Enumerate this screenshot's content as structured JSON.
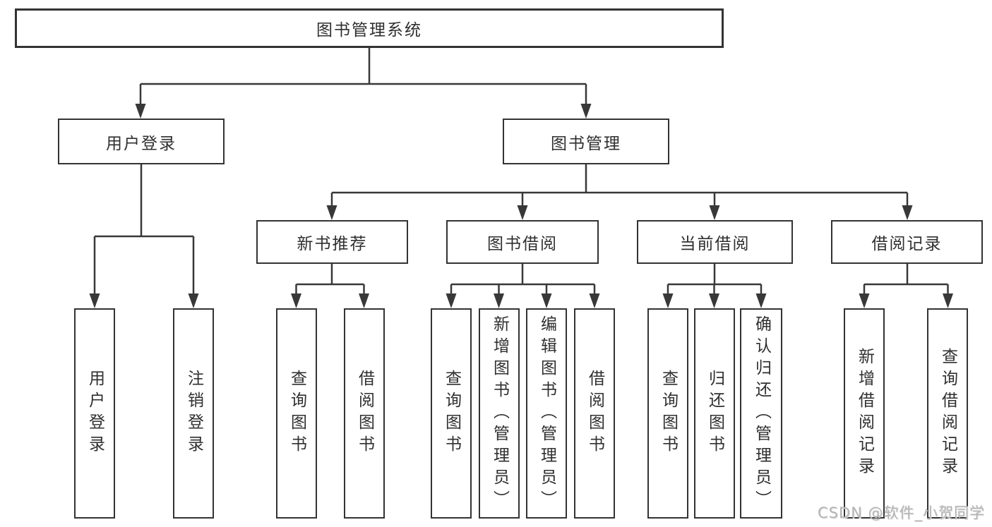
{
  "diagram": {
    "root": {
      "label": "图书管理系统"
    },
    "level2": [
      {
        "label": "用户登录"
      },
      {
        "label": "图书管理"
      }
    ],
    "level3": [
      {
        "label": "新书推荐"
      },
      {
        "label": "图书借阅"
      },
      {
        "label": "当前借阅"
      },
      {
        "label": "借阅记录"
      }
    ],
    "leaves": [
      {
        "label": "用户登录"
      },
      {
        "label": "注销登录"
      },
      {
        "label": "查询图书"
      },
      {
        "label": "借阅图书"
      },
      {
        "label": "查询图书"
      },
      {
        "label": "新增图书（管理员）"
      },
      {
        "label": "编辑图书（管理员）"
      },
      {
        "label": "借阅图书"
      },
      {
        "label": "查询图书"
      },
      {
        "label": "归还图书"
      },
      {
        "label": "确认归还（管理员）"
      },
      {
        "label": "新增借阅记录"
      },
      {
        "label": "查询借阅记录"
      }
    ]
  },
  "watermark": {
    "text": "CSDN @软件_小贺同学"
  },
  "colors": {
    "line": "#383838",
    "border": "#333333",
    "text": "#2f2f2f",
    "background": "#ffffff",
    "watermark": "#b5b5b5"
  }
}
